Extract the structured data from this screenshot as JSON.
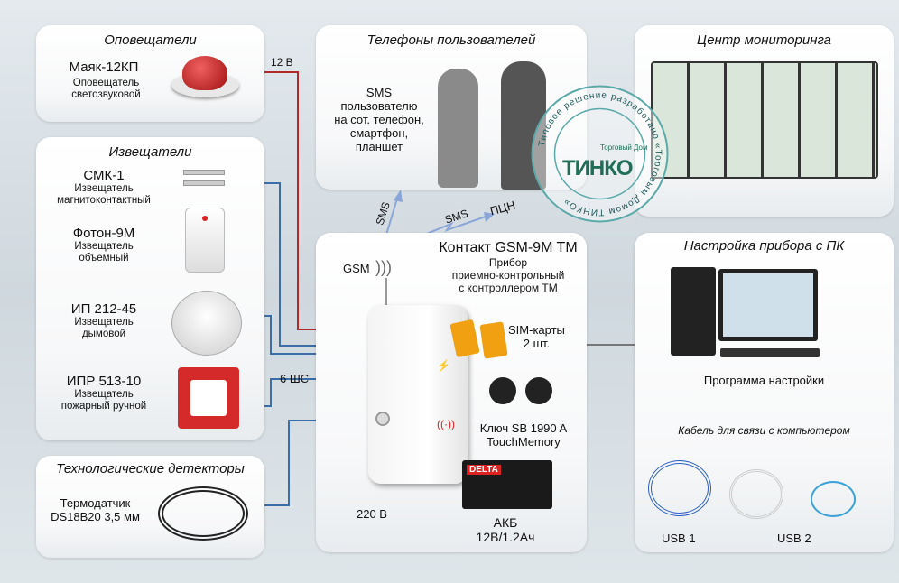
{
  "alerters": {
    "title": "Оповещатели",
    "device": {
      "name": "Маяк-12КП",
      "desc": "Оповещатель светозвуковой"
    }
  },
  "detectors": {
    "title": "Извещатели",
    "items": [
      {
        "name": "СМК-1",
        "desc1": "Извещатель",
        "desc2": "магнитоконтактный"
      },
      {
        "name": "Фотон-9М",
        "desc1": "Извещатель",
        "desc2": "объемный"
      },
      {
        "name": "ИП 212-45",
        "desc1": "Извещатель",
        "desc2": "дымовой"
      },
      {
        "name": "ИПР 513-10",
        "desc1": "Извещатель",
        "desc2": "пожарный ручной"
      }
    ]
  },
  "tech": {
    "title": "Технологические детекторы",
    "device1": "Термодатчик",
    "device2": "DS18B20 3,5 мм"
  },
  "phones": {
    "title": "Телефоны  пользователей",
    "lines": [
      "SMS",
      "пользователю",
      "на сот. телефон,",
      "смартфон,",
      "планшет"
    ]
  },
  "monitoring": {
    "title": "Центр мониторинга"
  },
  "device": {
    "name": "Контакт GSM-9M TM",
    "desc": [
      "Прибор",
      "приемно-контрольный",
      "с контроллером ТМ"
    ],
    "gsm": "GSM",
    "sim1": "SIM-карты",
    "sim2": "2 шт.",
    "key1": "Ключ SB 1990 A",
    "key2": "TouchMemory",
    "battery1": "АКБ",
    "battery2": "12В/1.2Ач",
    "power": "220 В",
    "battery_brand": "DELTA"
  },
  "setup": {
    "title": "Настройка прибора с ПК",
    "program": "Программа настройки",
    "cable_title": "Кабель для связи с компьютером",
    "usb1": "USB 1",
    "usb2": "USB 2"
  },
  "links": {
    "v12": "12 В",
    "loops": "6 ШС",
    "sms1": "SMS",
    "sms2": "SMS",
    "pcn": "ПЦН"
  },
  "stamp": {
    "ring": "Типовое решение разработано «Торговым Домом ТИНКО»",
    "brand": "ТИНКО",
    "brand_sub": "Торговый Дом"
  },
  "colors": {
    "red_line": "#b02a2a",
    "blue_line": "#3b6ea8",
    "arrow": "#8aa6d8",
    "stamp": "#5aa9a8",
    "brand": "#1f6e55"
  }
}
